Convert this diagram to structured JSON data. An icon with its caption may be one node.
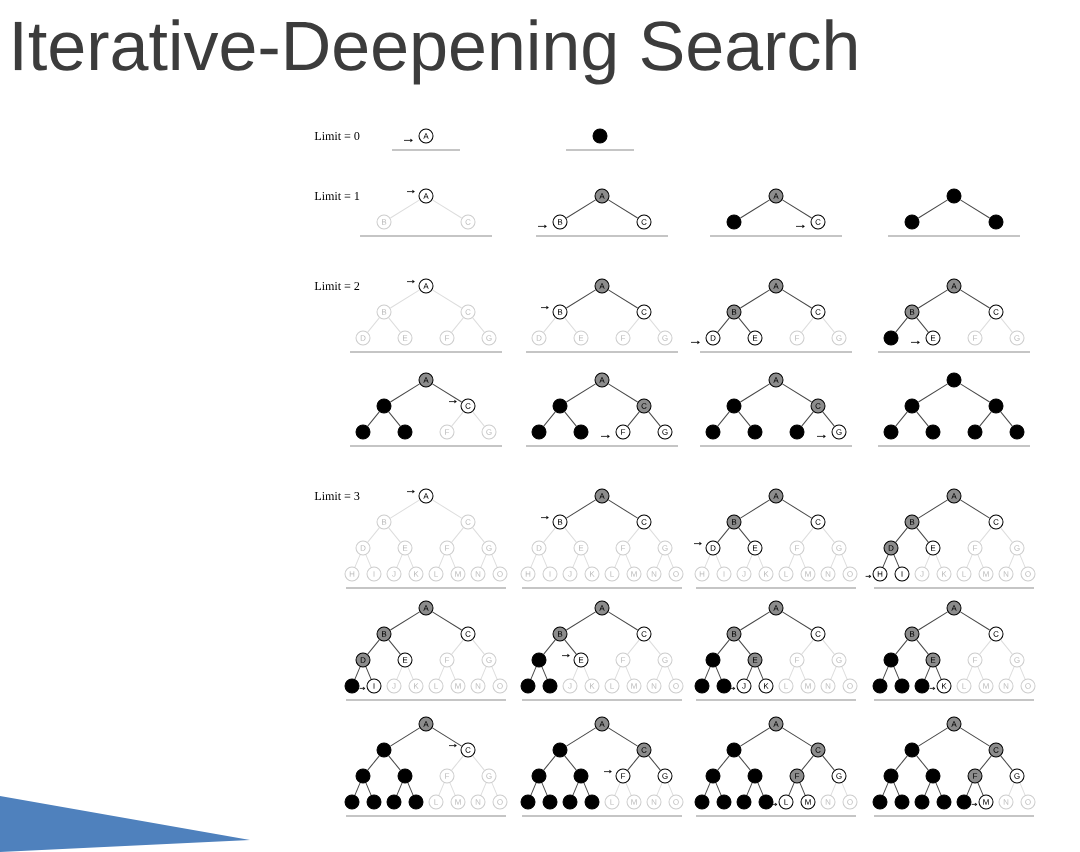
{
  "diagram": {
    "title": "Iterative-Deepening Search",
    "labels": [
      "Limit = 0",
      "Limit = 1",
      "Limit = 2",
      "Limit = 3"
    ],
    "nodes": [
      {
        "text": [
          "A"
        ]
      },
      {
        "text": [],
        "shape": "circle"
      },
      {
        "text": [
          "A"
        ]
      },
      {
        "text": [
          "B"
        ]
      },
      {
        "text": [
          "C"
        ]
      },
      {
        "text": [
          "A"
        ]
      },
      {
        "text": [
          "B"
        ]
      },
      {
        "text": [
          "C"
        ]
      },
      {
        "text": [
          "A"
        ]
      },
      {
        "text": [],
        "shape": "circle"
      },
      {
        "text": [
          "C"
        ]
      },
      {
        "text": [],
        "shape": "circle"
      },
      {
        "text": [],
        "shape": "circle"
      },
      {
        "text": [],
        "shape": "circle"
      },
      {
        "text": [
          "A"
        ]
      },
      {
        "text": [
          "B"
        ]
      },
      {
        "text": [
          "C"
        ]
      },
      {
        "text": [
          "D"
        ]
      },
      {
        "text": [
          "E"
        ]
      },
      {
        "text": [
          "F"
        ]
      },
      {
        "text": [
          "G"
        ]
      },
      {
        "text": [
          "A"
        ]
      },
      {
        "text": [
          "B"
        ]
      },
      {
        "text": [
          "C"
        ]
      },
      {
        "text": [
          "D"
        ]
      },
      {
        "text": [
          "E"
        ]
      },
      {
        "text": [
          "F"
        ]
      },
      {
        "text": [
          "G"
        ]
      },
      {
        "text": [
          "A"
        ]
      },
      {
        "text": [
          "B"
        ]
      },
      {
        "text": [
          "C"
        ]
      },
      {
        "text": [
          "D"
        ]
      },
      {
        "text": [
          "E"
        ]
      },
      {
        "text": [
          "F"
        ]
      },
      {
        "text": [
          "G"
        ]
      },
      {
        "text": [
          "A"
        ]
      },
      {
        "text": [
          "B"
        ]
      },
      {
        "text": [
          "C"
        ]
      },
      {
        "text": [],
        "shape": "circle"
      },
      {
        "text": [
          "E"
        ]
      },
      {
        "text": [
          "F"
        ]
      },
      {
        "text": [
          "G"
        ]
      },
      {
        "text": [
          "A"
        ]
      },
      {
        "text": [],
        "shape": "circle"
      },
      {
        "text": [
          "C"
        ]
      },
      {
        "text": [],
        "shape": "circle"
      },
      {
        "text": [],
        "shape": "circle"
      },
      {
        "text": [
          "F"
        ]
      },
      {
        "text": [
          "G"
        ]
      },
      {
        "text": [
          "A"
        ]
      },
      {
        "text": [],
        "shape": "circle"
      },
      {
        "text": [
          "C"
        ]
      },
      {
        "text": [],
        "shape": "circle"
      },
      {
        "text": [],
        "shape": "circle"
      },
      {
        "text": [
          "F"
        ]
      },
      {
        "text": [
          "G"
        ]
      },
      {
        "text": [
          "A"
        ]
      },
      {
        "text": [],
        "shape": "circle"
      },
      {
        "text": [
          "C"
        ]
      },
      {
        "text": [],
        "shape": "circle"
      },
      {
        "text": [],
        "shape": "circle"
      },
      {
        "text": [],
        "shape": "circle"
      },
      {
        "text": [
          "G"
        ]
      },
      {
        "text": [],
        "shape": "circle"
      },
      {
        "text": [],
        "shape": "circle"
      },
      {
        "text": [],
        "shape": "circle"
      },
      {
        "text": [],
        "shape": "circle"
      },
      {
        "text": [],
        "shape": "circle"
      },
      {
        "text": [],
        "shape": "circle"
      },
      {
        "text": [],
        "shape": "circle"
      },
      {
        "text": [
          "A"
        ]
      },
      {
        "text": [
          "B"
        ]
      },
      {
        "text": [
          "C"
        ]
      },
      {
        "text": [
          "D"
        ]
      },
      {
        "text": [
          "E"
        ]
      },
      {
        "text": [
          "F"
        ]
      },
      {
        "text": [
          "G"
        ]
      },
      {
        "text": [
          "H"
        ]
      },
      {
        "text": [
          "I"
        ]
      },
      {
        "text": [
          "J"
        ]
      },
      {
        "text": [
          "K"
        ]
      },
      {
        "text": [
          "L"
        ]
      },
      {
        "text": [
          "M"
        ]
      },
      {
        "text": [
          "N"
        ]
      },
      {
        "text": [
          "O"
        ]
      },
      {
        "text": [
          "A"
        ]
      },
      {
        "text": [
          "B"
        ]
      },
      {
        "text": [
          "C"
        ]
      },
      {
        "text": [
          "D"
        ]
      },
      {
        "text": [
          "E"
        ]
      },
      {
        "text": [
          "F"
        ]
      },
      {
        "text": [
          "G"
        ]
      },
      {
        "text": [
          "H"
        ]
      },
      {
        "text": [
          "I"
        ]
      },
      {
        "text": [
          "J"
        ]
      },
      {
        "text": [
          "K"
        ]
      },
      {
        "text": [
          "L"
        ]
      },
      {
        "text": [
          "M"
        ]
      },
      {
        "text": [
          "N"
        ]
      },
      {
        "text": [
          "O"
        ]
      },
      {
        "text": [
          "A"
        ]
      },
      {
        "text": [
          "B"
        ]
      },
      {
        "text": [
          "C"
        ]
      },
      {
        "text": [
          "D"
        ]
      },
      {
        "text": [
          "E"
        ]
      },
      {
        "text": [
          "F"
        ]
      },
      {
        "text": [
          "G"
        ]
      },
      {
        "text": [
          "H"
        ]
      },
      {
        "text": [
          "I"
        ]
      },
      {
        "text": [
          "J"
        ]
      },
      {
        "text": [
          "K"
        ]
      },
      {
        "text": [
          "L"
        ]
      },
      {
        "text": [
          "M"
        ]
      },
      {
        "text": [
          "N"
        ]
      },
      {
        "text": [
          "O"
        ]
      },
      {
        "text": [
          "A"
        ]
      },
      {
        "text": [
          "B"
        ]
      },
      {
        "text": [
          "C"
        ]
      },
      {
        "text": [
          "D"
        ]
      },
      {
        "text": [
          "E"
        ]
      },
      {
        "text": [
          "F"
        ]
      },
      {
        "text": [
          "G"
        ]
      },
      {
        "text": [
          "H"
        ]
      },
      {
        "text": [
          "I"
        ]
      },
      {
        "text": [
          "J"
        ]
      },
      {
        "text": [
          "K"
        ]
      },
      {
        "text": [
          "L"
        ]
      },
      {
        "text": [
          "M"
        ]
      },
      {
        "text": [
          "N"
        ]
      },
      {
        "text": [
          "O"
        ]
      },
      {
        "text": [
          "A"
        ]
      },
      {
        "text": [
          "B"
        ]
      },
      {
        "text": [
          "C"
        ]
      },
      {
        "text": [
          "D"
        ]
      },
      {
        "text": [
          "E"
        ]
      },
      {
        "text": [
          "F"
        ]
      },
      {
        "text": [
          "G"
        ]
      },
      {
        "text": [],
        "shape": "circle"
      },
      {
        "text": [
          "I"
        ]
      },
      {
        "text": [
          "J"
        ]
      },
      {
        "text": [
          "K"
        ]
      },
      {
        "text": [
          "L"
        ]
      },
      {
        "text": [
          "M"
        ]
      },
      {
        "text": [
          "N"
        ]
      },
      {
        "text": [
          "O"
        ]
      },
      {
        "text": [
          "A"
        ]
      },
      {
        "text": [
          "B"
        ]
      },
      {
        "text": [
          "C"
        ]
      },
      {
        "text": [],
        "shape": "circle"
      },
      {
        "text": [
          "E"
        ]
      },
      {
        "text": [
          "F"
        ]
      },
      {
        "text": [
          "G"
        ]
      },
      {
        "text": [],
        "shape": "circle"
      },
      {
        "text": [],
        "shape": "circle"
      },
      {
        "text": [
          "J"
        ]
      },
      {
        "text": [
          "K"
        ]
      },
      {
        "text": [
          "L"
        ]
      },
      {
        "text": [
          "M"
        ]
      },
      {
        "text": [
          "N"
        ]
      },
      {
        "text": [
          "O"
        ]
      },
      {
        "text": [
          "A"
        ]
      },
      {
        "text": [
          "B"
        ]
      },
      {
        "text": [
          "C"
        ]
      },
      {
        "text": [],
        "shape": "circle"
      },
      {
        "text": [
          "E"
        ]
      },
      {
        "text": [
          "F"
        ]
      },
      {
        "text": [
          "G"
        ]
      },
      {
        "text": [],
        "shape": "circle"
      },
      {
        "text": [],
        "shape": "circle"
      },
      {
        "text": [
          "J"
        ]
      },
      {
        "text": [
          "K"
        ]
      },
      {
        "text": [
          "L"
        ]
      },
      {
        "text": [
          "M"
        ]
      },
      {
        "text": [
          "N"
        ]
      },
      {
        "text": [
          "O"
        ]
      },
      {
        "text": [
          "A"
        ]
      },
      {
        "text": [
          "B"
        ]
      },
      {
        "text": [
          "C"
        ]
      },
      {
        "text": [],
        "shape": "circle"
      },
      {
        "text": [
          "E"
        ]
      },
      {
        "text": [
          "F"
        ]
      },
      {
        "text": [
          "G"
        ]
      },
      {
        "text": [],
        "shape": "circle"
      },
      {
        "text": [],
        "shape": "circle"
      },
      {
        "text": [],
        "shape": "circle"
      },
      {
        "text": [
          "K"
        ]
      },
      {
        "text": [
          "L"
        ]
      },
      {
        "text": [
          "M"
        ]
      },
      {
        "text": [
          "N"
        ]
      },
      {
        "text": [
          "O"
        ]
      },
      {
        "text": [
          "A"
        ]
      },
      {
        "text": [],
        "shape": "circle"
      },
      {
        "text": [
          "C"
        ]
      },
      {
        "text": [],
        "shape": "circle"
      },
      {
        "text": [],
        "shape": "circle"
      },
      {
        "text": [
          "F"
        ]
      },
      {
        "text": [
          "G"
        ]
      },
      {
        "text": [],
        "shape": "circle"
      },
      {
        "text": [],
        "shape": "circle"
      },
      {
        "text": [],
        "shape": "circle"
      },
      {
        "text": [],
        "shape": "circle"
      },
      {
        "text": [
          "L"
        ]
      },
      {
        "text": [
          "M"
        ]
      },
      {
        "text": [
          "N"
        ]
      },
      {
        "text": [
          "O"
        ]
      },
      {
        "text": [
          "A"
        ]
      },
      {
        "text": [],
        "shape": "circle"
      },
      {
        "text": [
          "C"
        ]
      },
      {
        "text": [],
        "shape": "circle"
      },
      {
        "text": [],
        "shape": "circle"
      },
      {
        "text": [
          "F"
        ]
      },
      {
        "text": [
          "G"
        ]
      },
      {
        "text": [],
        "shape": "circle"
      },
      {
        "text": [],
        "shape": "circle"
      },
      {
        "text": [],
        "shape": "circle"
      },
      {
        "text": [],
        "shape": "circle"
      },
      {
        "text": [
          "L"
        ]
      },
      {
        "text": [
          "M"
        ]
      },
      {
        "text": [
          "N"
        ]
      },
      {
        "text": [
          "O"
        ]
      },
      {
        "text": [
          "A"
        ]
      },
      {
        "text": [],
        "shape": "circle"
      },
      {
        "text": [
          "C"
        ]
      },
      {
        "text": [],
        "shape": "circle"
      },
      {
        "text": [],
        "shape": "circle"
      },
      {
        "text": [
          "F"
        ]
      },
      {
        "text": [
          "G"
        ]
      },
      {
        "text": [],
        "shape": "circle"
      },
      {
        "text": [],
        "shape": "circle"
      },
      {
        "text": [],
        "shape": "circle"
      },
      {
        "text": [],
        "shape": "circle"
      },
      {
        "text": [
          "L"
        ]
      },
      {
        "text": [
          "M"
        ]
      },
      {
        "text": [
          "N"
        ]
      },
      {
        "text": [
          "O"
        ]
      },
      {
        "text": [
          "A"
        ]
      },
      {
        "text": [],
        "shape": "circle"
      },
      {
        "text": [
          "C"
        ]
      },
      {
        "text": [],
        "shape": "circle"
      },
      {
        "text": [],
        "shape": "circle"
      },
      {
        "text": [
          "F"
        ]
      },
      {
        "text": [
          "G"
        ]
      },
      {
        "text": [],
        "shape": "circle"
      },
      {
        "text": [],
        "shape": "circle"
      },
      {
        "text": [],
        "shape": "circle"
      },
      {
        "text": [],
        "shape": "circle"
      },
      {
        "text": [],
        "shape": "circle"
      },
      {
        "text": [
          "M"
        ]
      },
      {
        "text": [
          "N"
        ]
      },
      {
        "text": [
          "O"
        ]
      }
    ],
    "edges": [
      {
        "from": 2,
        "to": 3,
        "arrow": "none",
        "color": "#dddddd"
      },
      {
        "from": 2,
        "to": 4,
        "arrow": "none",
        "color": "#dddddd"
      },
      {
        "from": 5,
        "to": 6,
        "arrow": "none"
      },
      {
        "from": 5,
        "to": 7,
        "arrow": "none"
      },
      {
        "from": 8,
        "to": 9,
        "arrow": "none"
      },
      {
        "from": 8,
        "to": 10,
        "arrow": "none"
      },
      {
        "from": 11,
        "to": 12,
        "arrow": "none"
      },
      {
        "from": 11,
        "to": 13,
        "arrow": "none"
      },
      {
        "from": 14,
        "to": 15,
        "arrow": "none",
        "color": "#dddddd"
      },
      {
        "from": 14,
        "to": 16,
        "arrow": "none",
        "color": "#dddddd"
      },
      {
        "from": 15,
        "to": 17,
        "arrow": "none",
        "color": "#dddddd"
      },
      {
        "from": 15,
        "to": 18,
        "arrow": "none",
        "color": "#dddddd"
      },
      {
        "from": 16,
        "to": 19,
        "arrow": "none",
        "color": "#dddddd"
      },
      {
        "from": 16,
        "to": 20,
        "arrow": "none",
        "color": "#dddddd"
      },
      {
        "from": 21,
        "to": 22,
        "arrow": "none"
      },
      {
        "from": 21,
        "to": 23,
        "arrow": "none"
      },
      {
        "from": 22,
        "to": 24,
        "arrow": "none",
        "color": "#dddddd"
      },
      {
        "from": 22,
        "to": 25,
        "arrow": "none",
        "color": "#dddddd"
      },
      {
        "from": 23,
        "to": 26,
        "arrow": "none",
        "color": "#dddddd"
      },
      {
        "from": 23,
        "to": 27,
        "arrow": "none",
        "color": "#dddddd"
      },
      {
        "from": 28,
        "to": 29,
        "arrow": "none"
      },
      {
        "from": 28,
        "to": 30,
        "arrow": "none"
      },
      {
        "from": 29,
        "to": 31,
        "arrow": "none"
      },
      {
        "from": 29,
        "to": 32,
        "arrow": "none"
      },
      {
        "from": 30,
        "to": 33,
        "arrow": "none",
        "color": "#dddddd"
      },
      {
        "from": 30,
        "to": 34,
        "arrow": "none",
        "color": "#dddddd"
      },
      {
        "from": 35,
        "to": 36,
        "arrow": "none"
      },
      {
        "from": 35,
        "to": 37,
        "arrow": "none"
      },
      {
        "from": 36,
        "to": 38,
        "arrow": "none"
      },
      {
        "from": 36,
        "to": 39,
        "arrow": "none"
      },
      {
        "from": 37,
        "to": 40,
        "arrow": "none",
        "color": "#dddddd"
      },
      {
        "from": 37,
        "to": 41,
        "arrow": "none",
        "color": "#dddddd"
      },
      {
        "from": 42,
        "to": 43,
        "arrow": "none"
      },
      {
        "from": 42,
        "to": 44,
        "arrow": "none"
      },
      {
        "from": 43,
        "to": 45,
        "arrow": "none"
      },
      {
        "from": 43,
        "to": 46,
        "arrow": "none"
      },
      {
        "from": 44,
        "to": 47,
        "arrow": "none",
        "color": "#dddddd"
      },
      {
        "from": 44,
        "to": 48,
        "arrow": "none",
        "color": "#dddddd"
      },
      {
        "from": 49,
        "to": 50,
        "arrow": "none"
      },
      {
        "from": 49,
        "to": 51,
        "arrow": "none"
      },
      {
        "from": 50,
        "to": 52,
        "arrow": "none"
      },
      {
        "from": 50,
        "to": 53,
        "arrow": "none"
      },
      {
        "from": 51,
        "to": 54,
        "arrow": "none"
      },
      {
        "from": 51,
        "to": 55,
        "arrow": "none"
      },
      {
        "from": 56,
        "to": 57,
        "arrow": "none"
      },
      {
        "from": 56,
        "to": 58,
        "arrow": "none"
      },
      {
        "from": 57,
        "to": 59,
        "arrow": "none"
      },
      {
        "from": 57,
        "to": 60,
        "arrow": "none"
      },
      {
        "from": 58,
        "to": 61,
        "arrow": "none"
      },
      {
        "from": 58,
        "to": 62,
        "arrow": "none"
      },
      {
        "from": 63,
        "to": 64,
        "arrow": "none"
      },
      {
        "from": 63,
        "to": 65,
        "arrow": "none"
      },
      {
        "from": 64,
        "to": 66,
        "arrow": "none"
      },
      {
        "from": 64,
        "to": 67,
        "arrow": "none"
      },
      {
        "from": 65,
        "to": 68,
        "arrow": "none"
      },
      {
        "from": 65,
        "to": 69,
        "arrow": "none"
      },
      {
        "from": 70,
        "to": 71,
        "arrow": "none",
        "color": "#dddddd"
      },
      {
        "from": 70,
        "to": 72,
        "arrow": "none",
        "color": "#dddddd"
      },
      {
        "from": 71,
        "to": 73,
        "arrow": "none",
        "color": "#dddddd"
      },
      {
        "from": 71,
        "to": 74,
        "arrow": "none",
        "color": "#dddddd"
      },
      {
        "from": 72,
        "to": 75,
        "arrow": "none",
        "color": "#dddddd"
      },
      {
        "from": 72,
        "to": 76,
        "arrow": "none",
        "color": "#dddddd"
      },
      {
        "from": 73,
        "to": 77,
        "arrow": "none",
        "color": "#dddddd"
      },
      {
        "from": 73,
        "to": 78,
        "arrow": "none",
        "color": "#dddddd"
      },
      {
        "from": 74,
        "to": 79,
        "arrow": "none",
        "color": "#dddddd"
      },
      {
        "from": 74,
        "to": 80,
        "arrow": "none",
        "color": "#dddddd"
      },
      {
        "from": 75,
        "to": 81,
        "arrow": "none",
        "color": "#dddddd"
      },
      {
        "from": 75,
        "to": 82,
        "arrow": "none",
        "color": "#dddddd"
      },
      {
        "from": 76,
        "to": 83,
        "arrow": "none",
        "color": "#dddddd"
      },
      {
        "from": 76,
        "to": 84,
        "arrow": "none",
        "color": "#dddddd"
      },
      {
        "from": 85,
        "to": 86,
        "arrow": "none"
      },
      {
        "from": 85,
        "to": 87,
        "arrow": "none"
      },
      {
        "from": 86,
        "to": 88,
        "arrow": "none",
        "color": "#dddddd"
      },
      {
        "from": 86,
        "to": 89,
        "arrow": "none",
        "color": "#dddddd"
      },
      {
        "from": 87,
        "to": 90,
        "arrow": "none",
        "color": "#dddddd"
      },
      {
        "from": 87,
        "to": 91,
        "arrow": "none",
        "color": "#dddddd"
      },
      {
        "from": 88,
        "to": 92,
        "arrow": "none",
        "color": "#dddddd"
      },
      {
        "from": 88,
        "to": 93,
        "arrow": "none",
        "color": "#dddddd"
      },
      {
        "from": 89,
        "to": 94,
        "arrow": "none",
        "color": "#dddddd"
      },
      {
        "from": 89,
        "to": 95,
        "arrow": "none",
        "color": "#dddddd"
      },
      {
        "from": 90,
        "to": 96,
        "arrow": "none",
        "color": "#dddddd"
      },
      {
        "from": 90,
        "to": 97,
        "arrow": "none",
        "color": "#dddddd"
      },
      {
        "from": 91,
        "to": 98,
        "arrow": "none",
        "color": "#dddddd"
      },
      {
        "from": 91,
        "to": 99,
        "arrow": "none",
        "color": "#dddddd"
      },
      {
        "from": 100,
        "to": 101,
        "arrow": "none"
      },
      {
        "from": 100,
        "to": 102,
        "arrow": "none"
      },
      {
        "from": 101,
        "to": 103,
        "arrow": "none"
      },
      {
        "from": 101,
        "to": 104,
        "arrow": "none"
      },
      {
        "from": 102,
        "to": 105,
        "arrow": "none",
        "color": "#dddddd"
      },
      {
        "from": 102,
        "to": 106,
        "arrow": "none",
        "color": "#dddddd"
      },
      {
        "from": 103,
        "to": 107,
        "arrow": "none",
        "color": "#dddddd"
      },
      {
        "from": 103,
        "to": 108,
        "arrow": "none",
        "color": "#dddddd"
      },
      {
        "from": 104,
        "to": 109,
        "arrow": "none",
        "color": "#dddddd"
      },
      {
        "from": 104,
        "to": 110,
        "arrow": "none",
        "color": "#dddddd"
      },
      {
        "from": 105,
        "to": 111,
        "arrow": "none",
        "color": "#dddddd"
      },
      {
        "from": 105,
        "to": 112,
        "arrow": "none",
        "color": "#dddddd"
      },
      {
        "from": 106,
        "to": 113,
        "arrow": "none",
        "color": "#dddddd"
      },
      {
        "from": 106,
        "to": 114,
        "arrow": "none",
        "color": "#dddddd"
      },
      {
        "from": 115,
        "to": 116,
        "arrow": "none"
      },
      {
        "from": 115,
        "to": 117,
        "arrow": "none"
      },
      {
        "from": 116,
        "to": 118,
        "arrow": "none"
      },
      {
        "from": 116,
        "to": 119,
        "arrow": "none"
      },
      {
        "from": 117,
        "to": 120,
        "arrow": "none",
        "color": "#dddddd"
      },
      {
        "from": 117,
        "to": 121,
        "arrow": "none",
        "color": "#dddddd"
      },
      {
        "from": 118,
        "to": 122,
        "arrow": "none"
      },
      {
        "from": 118,
        "to": 123,
        "arrow": "none"
      },
      {
        "from": 119,
        "to": 124,
        "arrow": "none",
        "color": "#dddddd"
      },
      {
        "from": 119,
        "to": 125,
        "arrow": "none",
        "color": "#dddddd"
      },
      {
        "from": 120,
        "to": 126,
        "arrow": "none",
        "color": "#dddddd"
      },
      {
        "from": 120,
        "to": 127,
        "arrow": "none",
        "color": "#dddddd"
      },
      {
        "from": 121,
        "to": 128,
        "arrow": "none",
        "color": "#dddddd"
      },
      {
        "from": 121,
        "to": 129,
        "arrow": "none",
        "color": "#dddddd"
      },
      {
        "from": 130,
        "to": 131,
        "arrow": "none"
      },
      {
        "from": 130,
        "to": 132,
        "arrow": "none"
      },
      {
        "from": 131,
        "to": 133,
        "arrow": "none"
      },
      {
        "from": 131,
        "to": 134,
        "arrow": "none"
      },
      {
        "from": 132,
        "to": 135,
        "arrow": "none",
        "color": "#dddddd"
      },
      {
        "from": 132,
        "to": 136,
        "arrow": "none",
        "color": "#dddddd"
      },
      {
        "from": 133,
        "to": 137,
        "arrow": "none"
      },
      {
        "from": 133,
        "to": 138,
        "arrow": "none"
      },
      {
        "from": 134,
        "to": 139,
        "arrow": "none",
        "color": "#dddddd"
      },
      {
        "from": 134,
        "to": 140,
        "arrow": "none",
        "color": "#dddddd"
      },
      {
        "from": 135,
        "to": 141,
        "arrow": "none",
        "color": "#dddddd"
      },
      {
        "from": 135,
        "to": 142,
        "arrow": "none",
        "color": "#dddddd"
      },
      {
        "from": 136,
        "to": 143,
        "arrow": "none",
        "color": "#dddddd"
      },
      {
        "from": 136,
        "to": 144,
        "arrow": "none",
        "color": "#dddddd"
      },
      {
        "from": 145,
        "to": 146,
        "arrow": "none"
      },
      {
        "from": 145,
        "to": 147,
        "arrow": "none"
      },
      {
        "from": 146,
        "to": 148,
        "arrow": "none"
      },
      {
        "from": 146,
        "to": 149,
        "arrow": "none"
      },
      {
        "from": 147,
        "to": 150,
        "arrow": "none",
        "color": "#dddddd"
      },
      {
        "from": 147,
        "to": 151,
        "arrow": "none",
        "color": "#dddddd"
      },
      {
        "from": 148,
        "to": 152,
        "arrow": "none"
      },
      {
        "from": 148,
        "to": 153,
        "arrow": "none"
      },
      {
        "from": 149,
        "to": 154,
        "arrow": "none",
        "color": "#dddddd"
      },
      {
        "from": 149,
        "to": 155,
        "arrow": "none",
        "color": "#dddddd"
      },
      {
        "from": 150,
        "to": 156,
        "arrow": "none",
        "color": "#dddddd"
      },
      {
        "from": 150,
        "to": 157,
        "arrow": "none",
        "color": "#dddddd"
      },
      {
        "from": 151,
        "to": 158,
        "arrow": "none",
        "color": "#dddddd"
      },
      {
        "from": 151,
        "to": 159,
        "arrow": "none",
        "color": "#dddddd"
      },
      {
        "from": 160,
        "to": 161,
        "arrow": "none"
      },
      {
        "from": 160,
        "to": 162,
        "arrow": "none"
      },
      {
        "from": 161,
        "to": 163,
        "arrow": "none"
      },
      {
        "from": 161,
        "to": 164,
        "arrow": "none"
      },
      {
        "from": 162,
        "to": 165,
        "arrow": "none",
        "color": "#dddddd"
      },
      {
        "from": 162,
        "to": 166,
        "arrow": "none",
        "color": "#dddddd"
      },
      {
        "from": 163,
        "to": 167,
        "arrow": "none"
      },
      {
        "from": 163,
        "to": 168,
        "arrow": "none"
      },
      {
        "from": 164,
        "to": 169,
        "arrow": "none"
      },
      {
        "from": 164,
        "to": 170,
        "arrow": "none"
      },
      {
        "from": 165,
        "to": 171,
        "arrow": "none",
        "color": "#dddddd"
      },
      {
        "from": 165,
        "to": 172,
        "arrow": "none",
        "color": "#dddddd"
      },
      {
        "from": 166,
        "to": 173,
        "arrow": "none",
        "color": "#dddddd"
      },
      {
        "from": 166,
        "to": 174,
        "arrow": "none",
        "color": "#dddddd"
      },
      {
        "from": 175,
        "to": 176,
        "arrow": "none"
      },
      {
        "from": 175,
        "to": 177,
        "arrow": "none"
      },
      {
        "from": 176,
        "to": 178,
        "arrow": "none"
      },
      {
        "from": 176,
        "to": 179,
        "arrow": "none"
      },
      {
        "from": 177,
        "to": 180,
        "arrow": "none",
        "color": "#dddddd"
      },
      {
        "from": 177,
        "to": 181,
        "arrow": "none",
        "color": "#dddddd"
      },
      {
        "from": 178,
        "to": 182,
        "arrow": "none"
      },
      {
        "from": 178,
        "to": 183,
        "arrow": "none"
      },
      {
        "from": 179,
        "to": 184,
        "arrow": "none"
      },
      {
        "from": 179,
        "to": 185,
        "arrow": "none"
      },
      {
        "from": 180,
        "to": 186,
        "arrow": "none",
        "color": "#dddddd"
      },
      {
        "from": 180,
        "to": 187,
        "arrow": "none",
        "color": "#dddddd"
      },
      {
        "from": 181,
        "to": 188,
        "arrow": "none",
        "color": "#dddddd"
      },
      {
        "from": 181,
        "to": 189,
        "arrow": "none",
        "color": "#dddddd"
      },
      {
        "from": 190,
        "to": 191,
        "arrow": "none"
      },
      {
        "from": 190,
        "to": 192,
        "arrow": "none"
      },
      {
        "from": 191,
        "to": 193,
        "arrow": "none"
      },
      {
        "from": 191,
        "to": 194,
        "arrow": "none"
      },
      {
        "from": 192,
        "to": 195,
        "arrow": "none",
        "color": "#dddddd"
      },
      {
        "from": 192,
        "to": 196,
        "arrow": "none",
        "color": "#dddddd"
      },
      {
        "from": 193,
        "to": 197,
        "arrow": "none"
      },
      {
        "from": 193,
        "to": 198,
        "arrow": "none"
      },
      {
        "from": 194,
        "to": 199,
        "arrow": "none"
      },
      {
        "from": 194,
        "to": 200,
        "arrow": "none"
      },
      {
        "from": 195,
        "to": 201,
        "arrow": "none",
        "color": "#dddddd"
      },
      {
        "from": 195,
        "to": 202,
        "arrow": "none",
        "color": "#dddddd"
      },
      {
        "from": 196,
        "to": 203,
        "arrow": "none",
        "color": "#dddddd"
      },
      {
        "from": 196,
        "to": 204,
        "arrow": "none",
        "color": "#dddddd"
      },
      {
        "from": 205,
        "to": 206,
        "arrow": "none"
      },
      {
        "from": 205,
        "to": 207,
        "arrow": "none"
      },
      {
        "from": 206,
        "to": 208,
        "arrow": "none"
      },
      {
        "from": 206,
        "to": 209,
        "arrow": "none"
      },
      {
        "from": 207,
        "to": 210,
        "arrow": "none"
      },
      {
        "from": 207,
        "to": 211,
        "arrow": "none"
      },
      {
        "from": 208,
        "to": 212,
        "arrow": "none"
      },
      {
        "from": 208,
        "to": 213,
        "arrow": "none"
      },
      {
        "from": 209,
        "to": 214,
        "arrow": "none"
      },
      {
        "from": 209,
        "to": 215,
        "arrow": "none"
      },
      {
        "from": 210,
        "to": 216,
        "arrow": "none",
        "color": "#dddddd"
      },
      {
        "from": 210,
        "to": 217,
        "arrow": "none",
        "color": "#dddddd"
      },
      {
        "from": 211,
        "to": 218,
        "arrow": "none",
        "color": "#dddddd"
      },
      {
        "from": 211,
        "to": 219,
        "arrow": "none",
        "color": "#dddddd"
      },
      {
        "from": 220,
        "to": 221,
        "arrow": "none"
      },
      {
        "from": 220,
        "to": 222,
        "arrow": "none"
      },
      {
        "from": 221,
        "to": 223,
        "arrow": "none"
      },
      {
        "from": 221,
        "to": 224,
        "arrow": "none"
      },
      {
        "from": 222,
        "to": 225,
        "arrow": "none"
      },
      {
        "from": 222,
        "to": 226,
        "arrow": "none"
      },
      {
        "from": 223,
        "to": 227,
        "arrow": "none"
      },
      {
        "from": 223,
        "to": 228,
        "arrow": "none"
      },
      {
        "from": 224,
        "to": 229,
        "arrow": "none"
      },
      {
        "from": 224,
        "to": 230,
        "arrow": "none"
      },
      {
        "from": 225,
        "to": 231,
        "arrow": "none"
      },
      {
        "from": 225,
        "to": 232,
        "arrow": "none"
      },
      {
        "from": 226,
        "to": 233,
        "arrow": "none",
        "color": "#dddddd"
      },
      {
        "from": 226,
        "to": 234,
        "arrow": "none",
        "color": "#dddddd"
      },
      {
        "from": 235,
        "to": 236,
        "arrow": "none"
      },
      {
        "from": 235,
        "to": 237,
        "arrow": "none"
      },
      {
        "from": 236,
        "to": 238,
        "arrow": "none"
      },
      {
        "from": 236,
        "to": 239,
        "arrow": "none"
      },
      {
        "from": 237,
        "to": 240,
        "arrow": "none"
      },
      {
        "from": 237,
        "to": 241,
        "arrow": "none"
      },
      {
        "from": 238,
        "to": 242,
        "arrow": "none"
      },
      {
        "from": 238,
        "to": 243,
        "arrow": "none"
      },
      {
        "from": 239,
        "to": 244,
        "arrow": "none"
      },
      {
        "from": 239,
        "to": 245,
        "arrow": "none"
      },
      {
        "from": 240,
        "to": 246,
        "arrow": "none"
      },
      {
        "from": 240,
        "to": 247,
        "arrow": "none"
      },
      {
        "from": 241,
        "to": 248,
        "arrow": "none",
        "color": "#dddddd"
      },
      {
        "from": 241,
        "to": 249,
        "arrow": "none",
        "color": "#dddddd"
      }
    ]
  }
}
